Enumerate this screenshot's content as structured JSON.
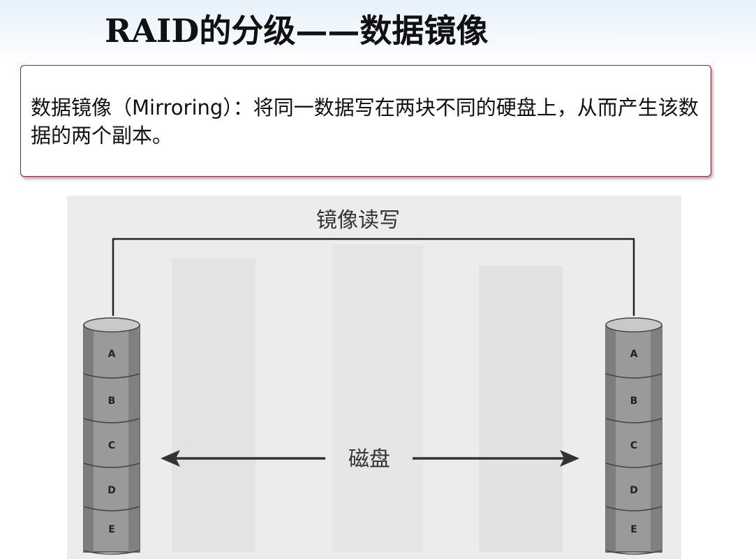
{
  "title": "RAID的分级——数据镜像",
  "definition": {
    "text": "数据镜像（Mirroring）：将同一数据写在两块不同的硬盘上，从而产生该数据的两个副本。"
  },
  "diagram": {
    "top_label": "镜像读写",
    "middle_label": "磁盘",
    "left_disk": {
      "segments": [
        "A",
        "B",
        "C",
        "D",
        "E"
      ]
    },
    "right_disk": {
      "segments": [
        "A",
        "B",
        "C",
        "D",
        "E"
      ]
    },
    "colors": {
      "disk_body": "#9a9a9a",
      "disk_top": "#c9c9c9",
      "line": "#222222"
    }
  }
}
